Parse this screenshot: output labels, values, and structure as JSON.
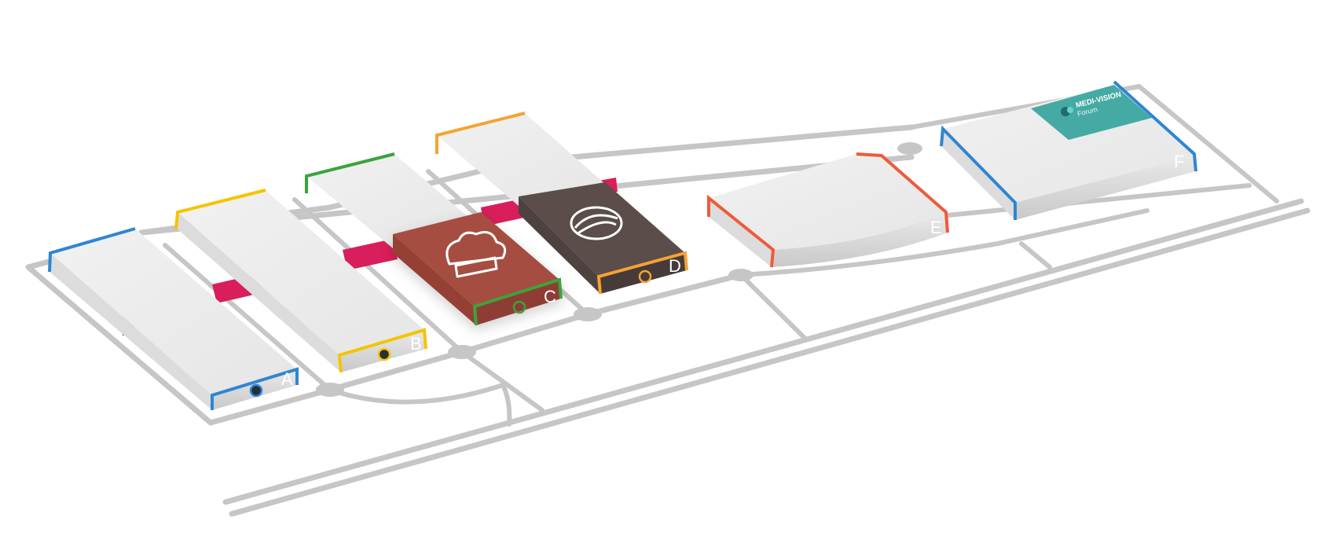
{
  "map": {
    "colors": {
      "road": "#c6c6c6",
      "hall_top": "#ebebeb",
      "hall_side": "#d9d9d9",
      "connector": "#d81e5b",
      "hall_c_fill": "#a64d43",
      "hall_d_fill": "#5a4d4a",
      "forum_fill": "#45aaa4"
    },
    "halls": [
      {
        "letter": "A",
        "accent": "#2f86d2",
        "has_entrance_marker": true
      },
      {
        "letter": "B",
        "accent": "#f5c400",
        "has_entrance_marker": true
      },
      {
        "letter": "C",
        "accent": "#3aa43a",
        "icon": "chef-hat-icon",
        "has_entrance_marker": true
      },
      {
        "letter": "D",
        "accent": "#f6a232",
        "icon": "swirl-logo-icon",
        "has_entrance_marker": true
      },
      {
        "letter": "E",
        "accent": "#ef5a3c",
        "has_entrance_marker": false
      },
      {
        "letter": "F",
        "accent": "#2f86d2",
        "has_entrance_marker": false
      }
    ],
    "forum": {
      "title": "MEDI-VISION",
      "subtitle": "Forum"
    }
  }
}
